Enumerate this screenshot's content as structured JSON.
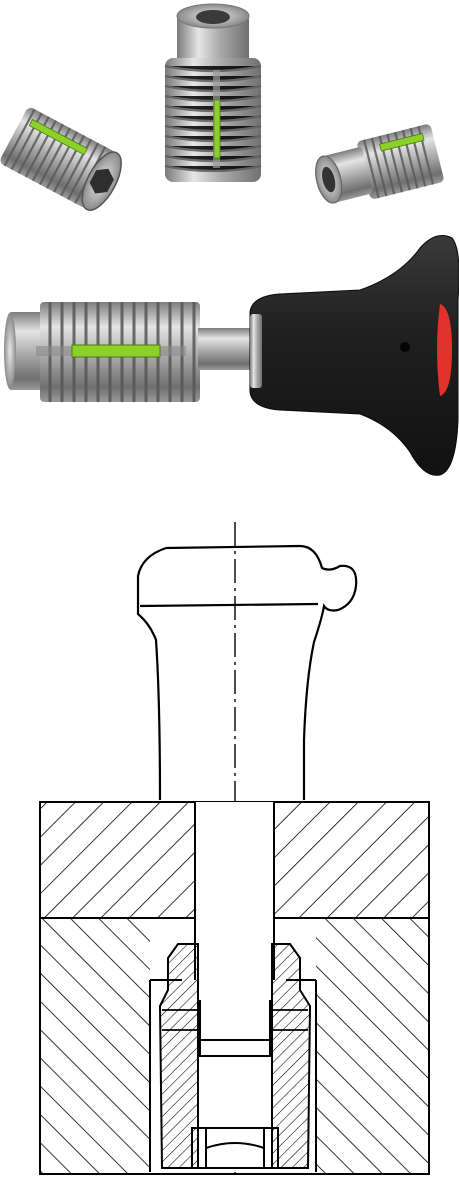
{
  "product_images": [
    {
      "name": "small-threaded-plunger-left",
      "indicator_color": "#8bd12a"
    },
    {
      "name": "threaded-plunger-center",
      "indicator_color": "#8bd12a"
    },
    {
      "name": "short-threaded-plunger-right",
      "indicator_color": "#8bd12a"
    },
    {
      "name": "plunger-with-t-handle",
      "indicator_color": "#8bd12a",
      "handle_color": "#1c1c1c",
      "accent_color": "#e2332b"
    }
  ],
  "technical_drawing": {
    "name": "cross-section-mounting-drawing",
    "line_color": "#000000"
  },
  "colors": {
    "steel": "#b9b9b9",
    "indicator": "#8bd12a",
    "handle": "#1c1c1c",
    "accent": "#e2332b"
  }
}
